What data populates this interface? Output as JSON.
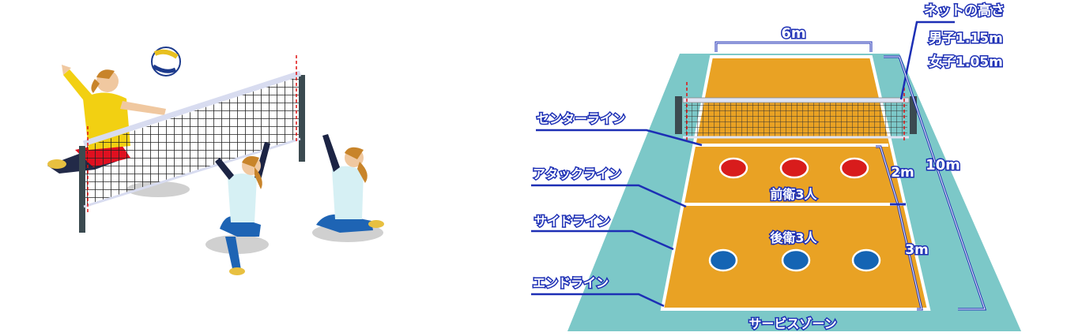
{
  "labels": {
    "width": "6m",
    "net_height_title": "ネットの高さ",
    "net_height_men": "男子1.15m",
    "net_height_women": "女子1.05m",
    "length": "10m",
    "front_depth": "2m",
    "back_depth": "3m",
    "center_line": "センターライン",
    "attack_line": "アタックライン",
    "side_line": "サイドライン",
    "end_line": "エンドライン",
    "front_players": "前衛3人",
    "back_players": "後衛3人",
    "service_zone": "サービスゾーン"
  },
  "colors": {
    "court": "#e9a224",
    "surround": "#7cc8c8",
    "front_marker": "#d81c1c",
    "back_marker": "#1464b4",
    "label_outline": "#1d2fb5"
  }
}
